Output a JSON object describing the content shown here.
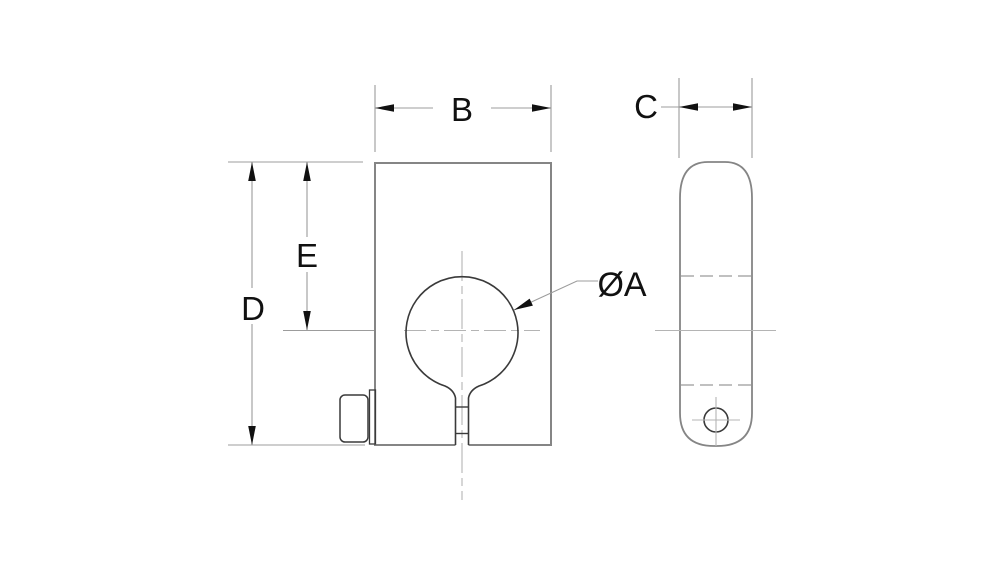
{
  "drawing": {
    "kind": "technical-dimension-drawing",
    "views": [
      "front-view",
      "side-view"
    ],
    "labels": {
      "width": "B",
      "thickness": "C",
      "height": "D",
      "hole_center_height": "E",
      "bore_diameter": "ØA"
    },
    "colors": {
      "background": "#ffffff",
      "body_line": "#858585",
      "detail_line": "#3a3a3a",
      "dimension_line": "#9c9c9c",
      "center_line": "#b4b4b4",
      "hidden_line": "#9a9a9a",
      "annotation": "#111111"
    }
  }
}
